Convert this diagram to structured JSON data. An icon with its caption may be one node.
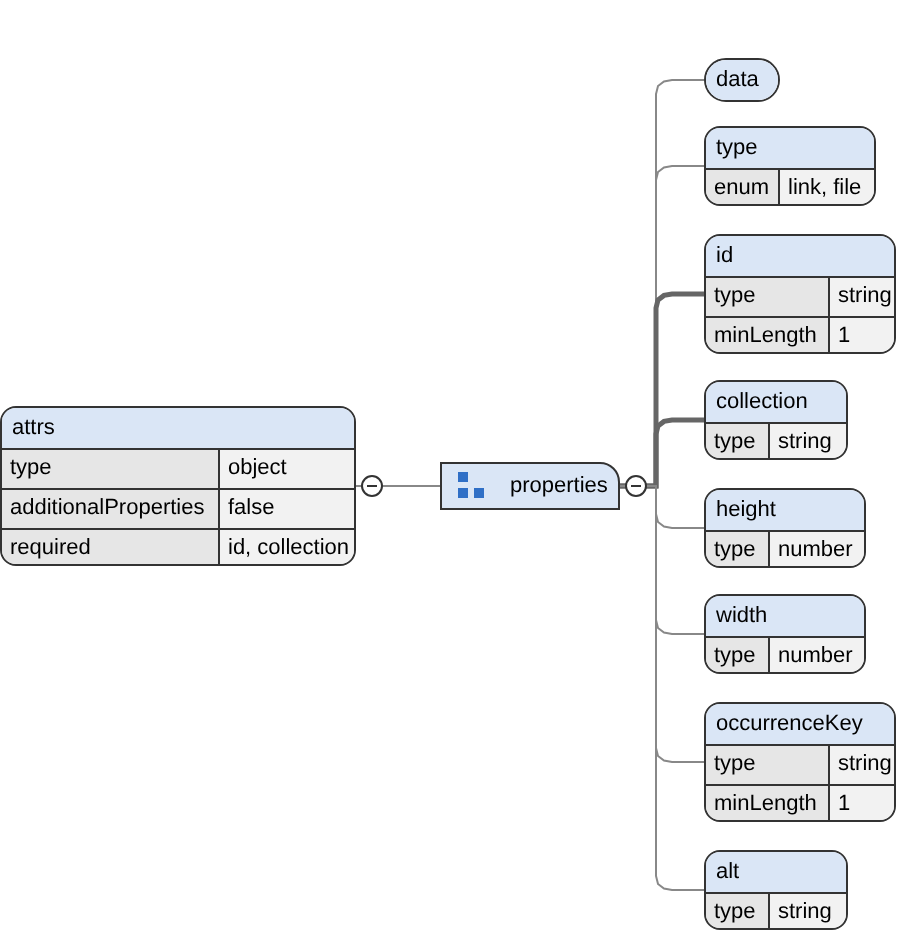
{
  "diagram": {
    "nodes": [
      {
        "text": [
          "attrs",
          "type",
          "object",
          "additionalProperties",
          "false",
          "required",
          "id, collection"
        ]
      },
      {
        "text": [
          "properties"
        ]
      },
      {
        "text": [
          "data"
        ]
      },
      {
        "text": [
          "type",
          "enum",
          "link, file"
        ]
      },
      {
        "text": [
          "id",
          "type",
          "string",
          "minLength",
          "1"
        ]
      },
      {
        "text": [
          "collection",
          "type",
          "string"
        ]
      },
      {
        "text": [
          "height",
          "type",
          "number"
        ]
      },
      {
        "text": [
          "width",
          "type",
          "number"
        ]
      },
      {
        "text": [
          "occurrenceKey",
          "type",
          "string",
          "minLength",
          "1"
        ]
      },
      {
        "text": [
          "alt",
          "type",
          "string"
        ]
      }
    ],
    "edges": [
      {
        "from": 0,
        "to": 1,
        "arrow": "none"
      },
      {
        "from": 1,
        "to": 2,
        "arrow": "none"
      },
      {
        "from": 1,
        "to": 3,
        "arrow": "none"
      },
      {
        "from": 1,
        "to": 4,
        "arrow": "none",
        "style": "thick"
      },
      {
        "from": 1,
        "to": 5,
        "arrow": "none",
        "style": "thick"
      },
      {
        "from": 1,
        "to": 6,
        "arrow": "none"
      },
      {
        "from": 1,
        "to": 7,
        "arrow": "none"
      },
      {
        "from": 1,
        "to": 8,
        "arrow": "none"
      },
      {
        "from": 1,
        "to": 9,
        "arrow": "none"
      }
    ]
  }
}
